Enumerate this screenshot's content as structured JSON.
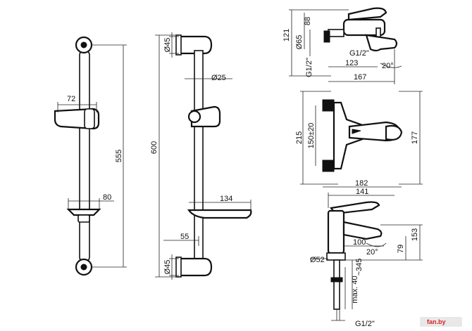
{
  "rail_front": {
    "width_72": "72",
    "height_555": "555",
    "soap_80": "80"
  },
  "rail_side": {
    "diam_45_top": "Ø45",
    "diam_25": "Ø25",
    "height_600": "600",
    "dish_134": "134",
    "depth_55": "55",
    "diam_45_bottom": "Ø45"
  },
  "bath_side": {
    "h_121": "121",
    "h_88": "88",
    "diam_65": "Ø65",
    "thread_g12": "G1/2\"",
    "g12_vertical": "G1/2\"",
    "w_123": "123",
    "angle_20": "20°",
    "w_167": "167"
  },
  "bath_top": {
    "h_215": "215",
    "h_150": "150±20",
    "h_177": "177",
    "w_182": "182"
  },
  "basin": {
    "w_141": "141",
    "w_100": "100",
    "angle_20": "20°",
    "h_153": "153",
    "h_79": "79",
    "diam_52": "Ø52",
    "max_40": "max. 40",
    "len_345": "~345",
    "thread_g12": "G1/2\""
  },
  "watermark": {
    "text": "fan.by"
  }
}
